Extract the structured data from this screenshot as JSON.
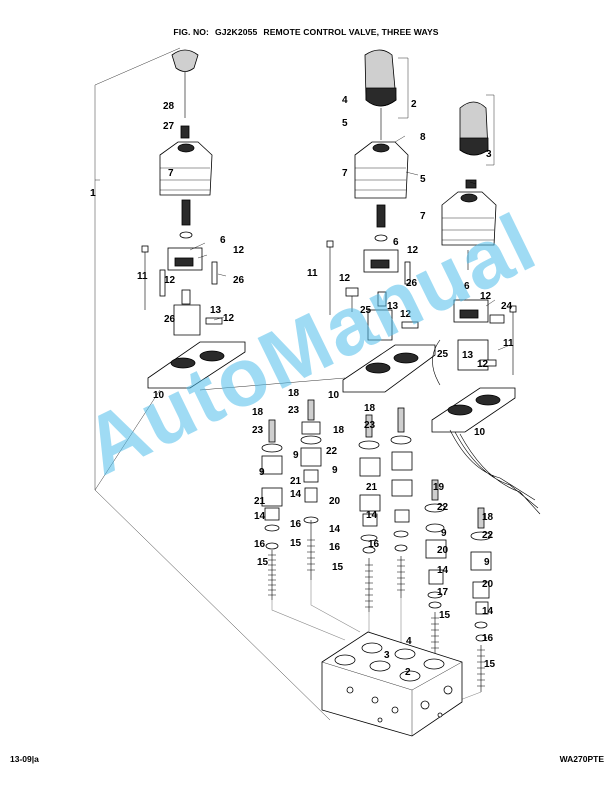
{
  "header": {
    "fig_label": "FIG. NO:",
    "fig_number": "GJ2K2055",
    "title": "REMOTE CONTROL VALVE, THREE WAYS"
  },
  "callouts": [
    {
      "id": "c-1",
      "text": "1"
    },
    {
      "id": "c-28",
      "text": "28"
    },
    {
      "id": "c-27",
      "text": "27"
    },
    {
      "id": "c-7a",
      "text": "7"
    },
    {
      "id": "c-6a",
      "text": "6"
    },
    {
      "id": "c-12a",
      "text": "12"
    },
    {
      "id": "c-11a",
      "text": "11"
    },
    {
      "id": "c-12b",
      "text": "12"
    },
    {
      "id": "c-26a",
      "text": "26"
    },
    {
      "id": "c-26b",
      "text": "26"
    },
    {
      "id": "c-13a",
      "text": "13"
    },
    {
      "id": "c-12c",
      "text": "12"
    },
    {
      "id": "c-10a",
      "text": "10"
    },
    {
      "id": "c-4a",
      "text": "4"
    },
    {
      "id": "c-2a",
      "text": "2"
    },
    {
      "id": "c-5a",
      "text": "5"
    },
    {
      "id": "c-8",
      "text": "8"
    },
    {
      "id": "c-7b",
      "text": "7"
    },
    {
      "id": "c-5b",
      "text": "5"
    },
    {
      "id": "c-3a",
      "text": "3"
    },
    {
      "id": "c-7c",
      "text": "7"
    },
    {
      "id": "c-6b",
      "text": "6"
    },
    {
      "id": "c-12d",
      "text": "12"
    },
    {
      "id": "c-11b",
      "text": "11"
    },
    {
      "id": "c-12e",
      "text": "12"
    },
    {
      "id": "c-26c",
      "text": "26"
    },
    {
      "id": "c-25a",
      "text": "25"
    },
    {
      "id": "c-13b",
      "text": "13"
    },
    {
      "id": "c-12f",
      "text": "12"
    },
    {
      "id": "c-6c",
      "text": "6"
    },
    {
      "id": "c-12g",
      "text": "12"
    },
    {
      "id": "c-24",
      "text": "24"
    },
    {
      "id": "c-11c",
      "text": "11"
    },
    {
      "id": "c-25b",
      "text": "25"
    },
    {
      "id": "c-13c",
      "text": "13"
    },
    {
      "id": "c-12h",
      "text": "12"
    },
    {
      "id": "c-10b",
      "text": "10"
    },
    {
      "id": "c-10c",
      "text": "10"
    },
    {
      "id": "c-18a",
      "text": "18"
    },
    {
      "id": "c-23a",
      "text": "23"
    },
    {
      "id": "c-18b",
      "text": "18"
    },
    {
      "id": "c-23b",
      "text": "23"
    },
    {
      "id": "c-18c",
      "text": "18"
    },
    {
      "id": "c-23c",
      "text": "23"
    },
    {
      "id": "c-18d",
      "text": "18"
    },
    {
      "id": "c-9a",
      "text": "9"
    },
    {
      "id": "c-22a",
      "text": "22"
    },
    {
      "id": "c-9b",
      "text": "9"
    },
    {
      "id": "c-9c",
      "text": "9"
    },
    {
      "id": "c-21a",
      "text": "21"
    },
    {
      "id": "c-21b",
      "text": "21"
    },
    {
      "id": "c-21c",
      "text": "21"
    },
    {
      "id": "c-14a",
      "text": "14"
    },
    {
      "id": "c-20a",
      "text": "20"
    },
    {
      "id": "c-14b",
      "text": "14"
    },
    {
      "id": "c-14c",
      "text": "14"
    },
    {
      "id": "c-16a",
      "text": "16"
    },
    {
      "id": "c-15a",
      "text": "15"
    },
    {
      "id": "c-16b",
      "text": "16"
    },
    {
      "id": "c-14d",
      "text": "14"
    },
    {
      "id": "c-16c",
      "text": "16"
    },
    {
      "id": "c-16d",
      "text": "16"
    },
    {
      "id": "c-15b",
      "text": "15"
    },
    {
      "id": "c-15c",
      "text": "15"
    },
    {
      "id": "c-19",
      "text": "19"
    },
    {
      "id": "c-22b",
      "text": "22"
    },
    {
      "id": "c-9d",
      "text": "9"
    },
    {
      "id": "c-20b",
      "text": "20"
    },
    {
      "id": "c-14e",
      "text": "14"
    },
    {
      "id": "c-17",
      "text": "17"
    },
    {
      "id": "c-15d",
      "text": "15"
    },
    {
      "id": "c-18e",
      "text": "18"
    },
    {
      "id": "c-22c",
      "text": "22"
    },
    {
      "id": "c-9e",
      "text": "9"
    },
    {
      "id": "c-20c",
      "text": "20"
    },
    {
      "id": "c-14f",
      "text": "14"
    },
    {
      "id": "c-16e",
      "text": "16"
    },
    {
      "id": "c-15e",
      "text": "15"
    },
    {
      "id": "c-4b",
      "text": "4"
    },
    {
      "id": "c-3b",
      "text": "3"
    },
    {
      "id": "c-2b",
      "text": "2"
    }
  ],
  "watermark": "AutoManual",
  "footer": {
    "left": "13-09|a",
    "right": "WA270PTE"
  }
}
